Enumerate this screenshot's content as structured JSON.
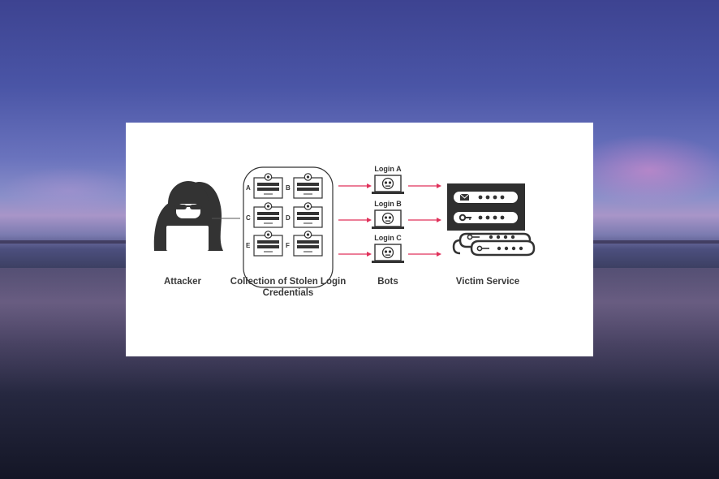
{
  "diagram": {
    "nodes": {
      "attacker": "Attacker",
      "credentials": "Collection of Stolen Login Credentials",
      "bots": "Bots",
      "victim": "Victim Service"
    },
    "credential_letters": [
      "A",
      "B",
      "C",
      "D",
      "E",
      "F"
    ],
    "logins": [
      "Login A",
      "Login B",
      "Login C"
    ],
    "colors": {
      "arrow": "#e0315a",
      "ink": "#333333",
      "card": "#ffffff"
    }
  }
}
